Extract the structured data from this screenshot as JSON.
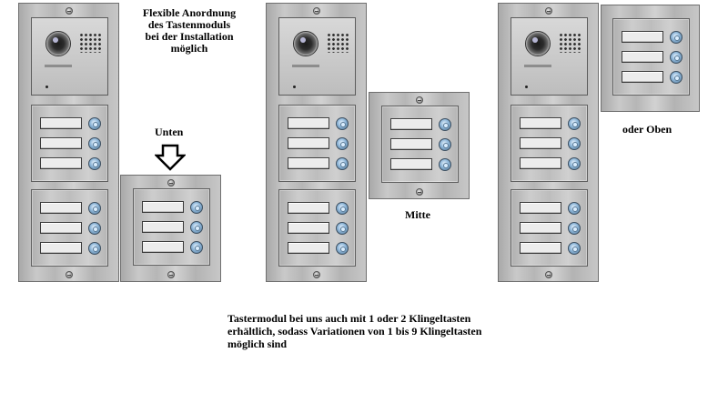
{
  "labels": {
    "flexible": [
      "Flexible Anordnung",
      "des Tastenmoduls",
      "bei der Installation",
      "möglich"
    ],
    "unten": "Unten",
    "mitte": "Mitte",
    "oder_oben": "oder Oben",
    "footer": [
      "Tastermodul bei uns auch mit 1 oder 2 Klingeltasten",
      "erhältlich, sodass Variationen von 1 bis 9 Klingeltasten",
      "möglich sind"
    ]
  },
  "icons": {
    "arrow": "arrow-down-outline-icon",
    "screw": "screw-icon",
    "bell": "bell-button-icon",
    "camera": "camera-lens-icon",
    "speaker": "speaker-grill-icon"
  },
  "colors": {
    "steel_light": "#d0d0d0",
    "steel_dark": "#a9a9a9",
    "bell_blue": "#8fb7d9"
  }
}
